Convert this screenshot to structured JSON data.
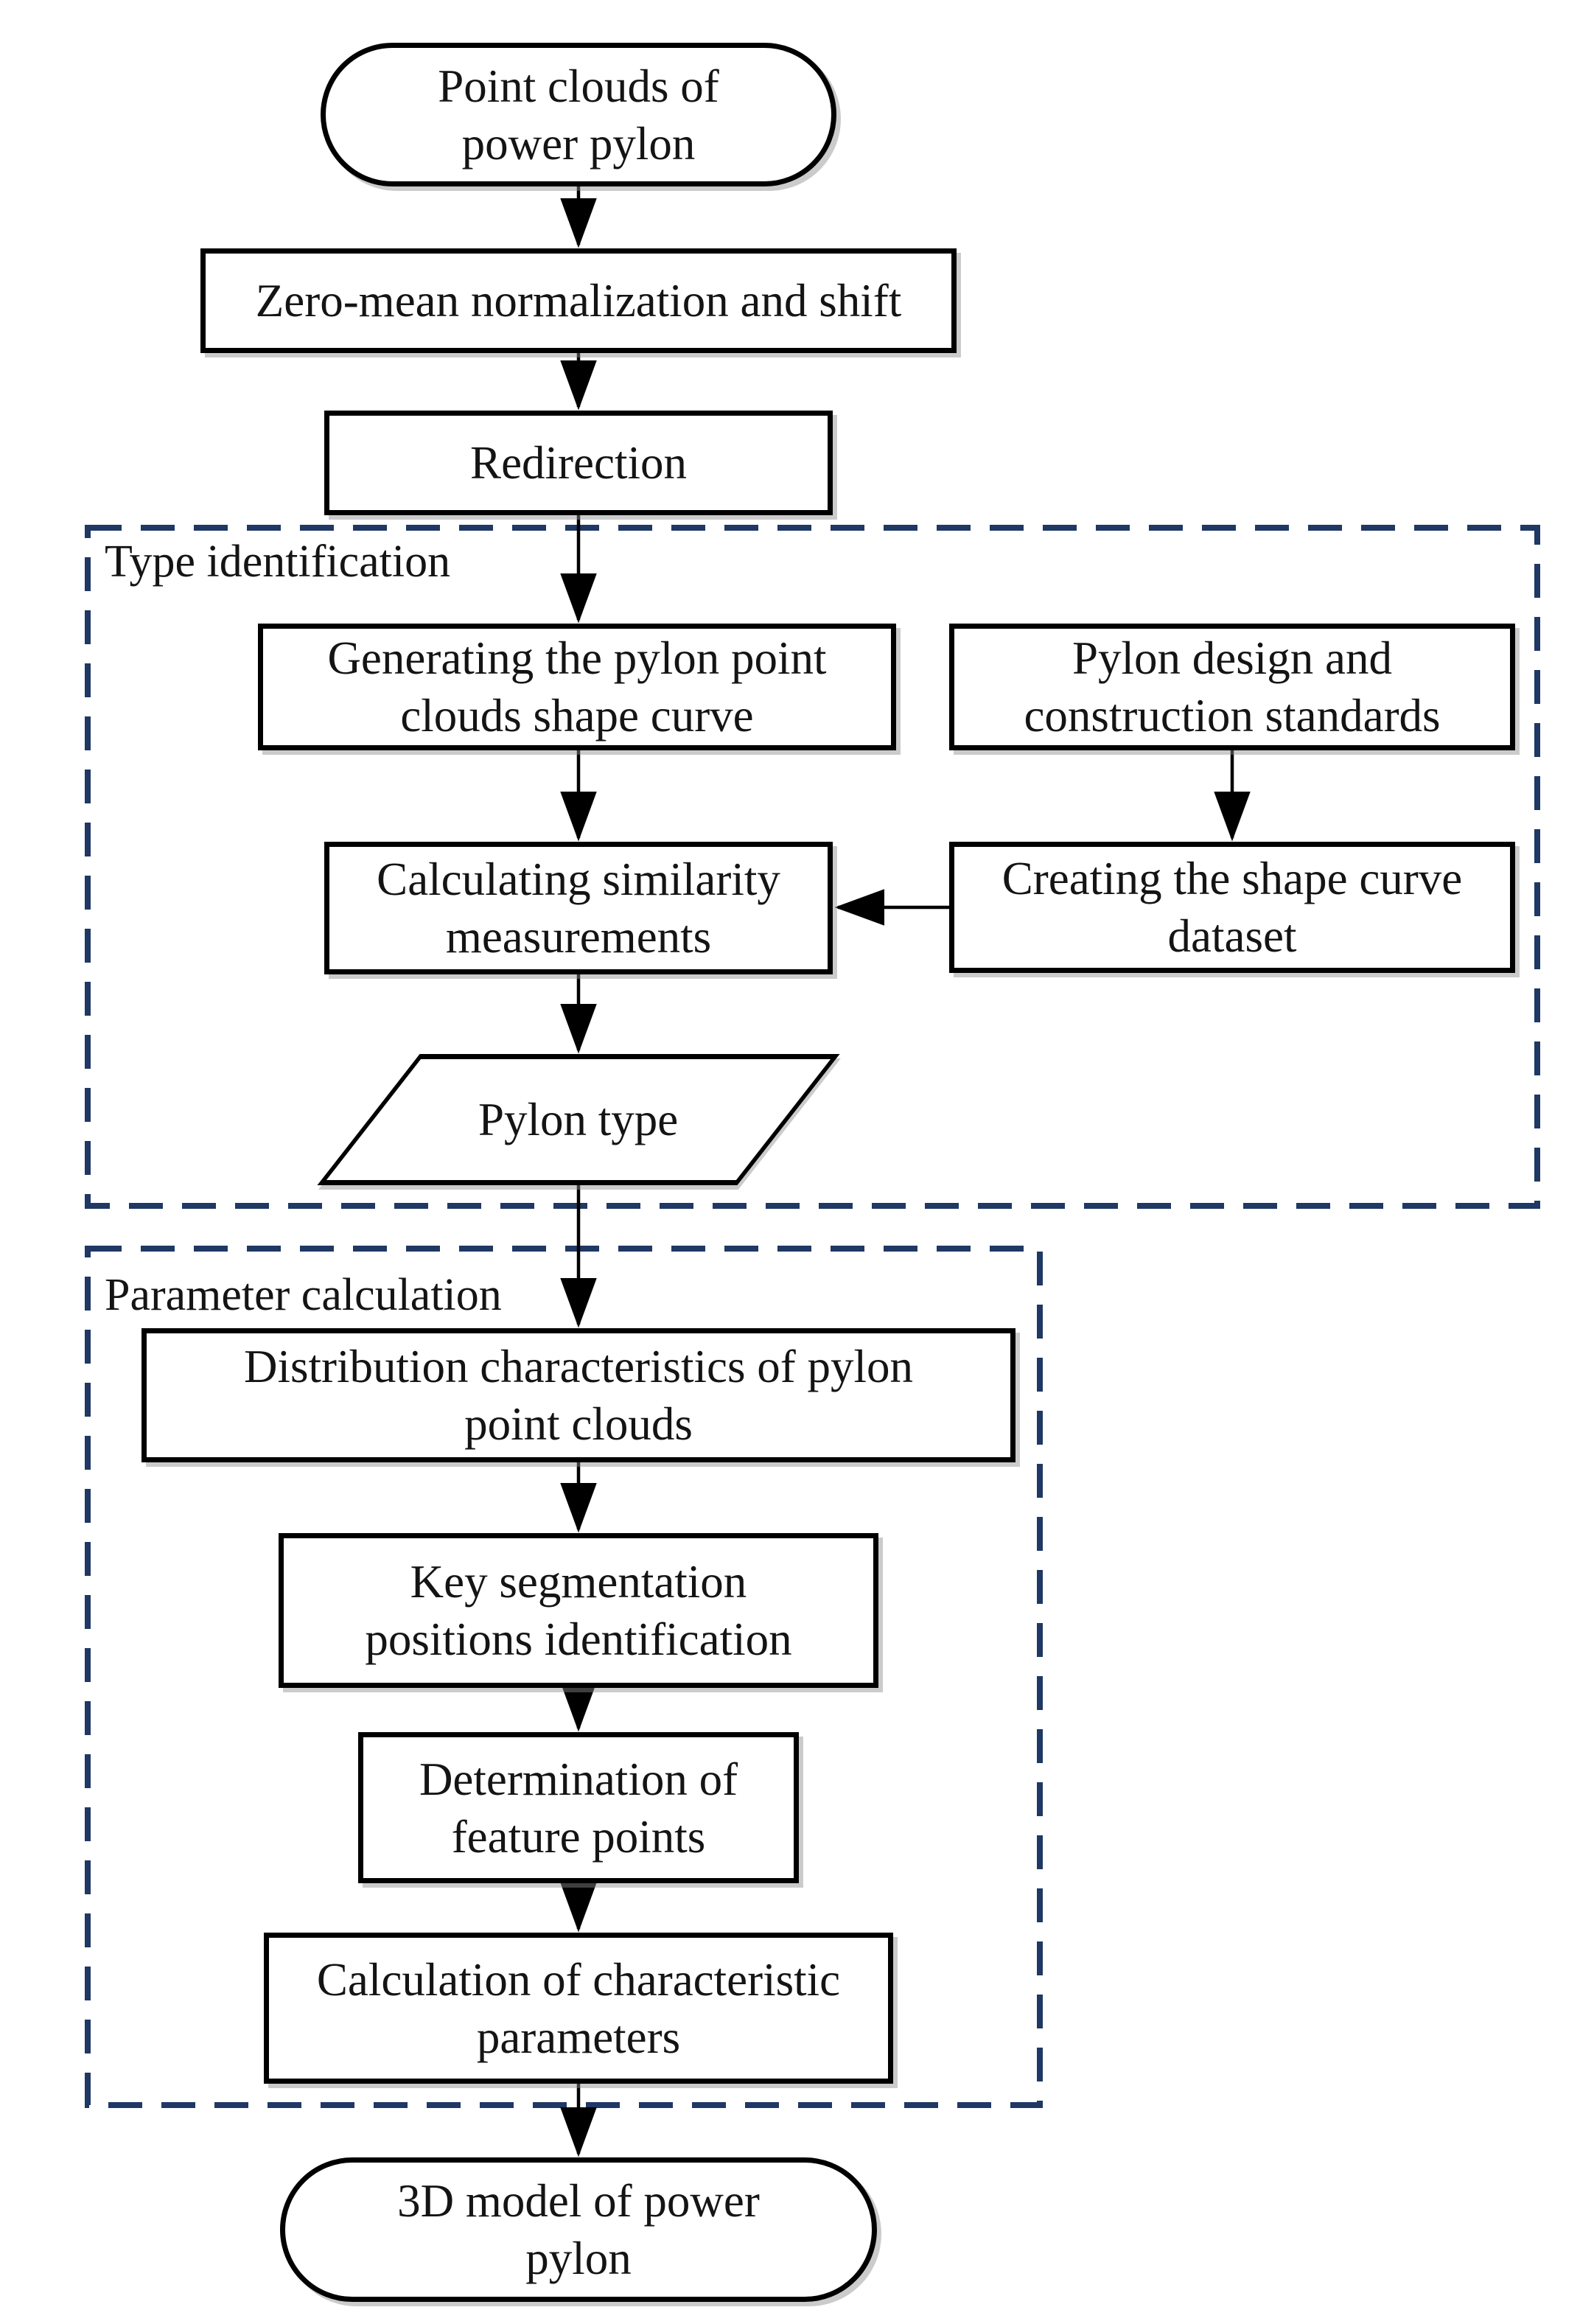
{
  "diagram": {
    "colors": {
      "background": "#ffffff",
      "node_border": "#000000",
      "node_fill": "#ffffff",
      "text": "#141414",
      "group_border": "#1f3864",
      "connector": "#000000"
    },
    "groups": {
      "type_identification": {
        "label": "Type identification"
      },
      "parameter_calculation": {
        "label": "Parameter calculation"
      }
    },
    "nodes": {
      "start": {
        "type": "terminator",
        "label": "Point clouds of\npower pylon"
      },
      "zero_mean": {
        "type": "process",
        "label": "Zero-mean normalization and shift"
      },
      "redirection": {
        "type": "process",
        "label": "Redirection"
      },
      "generating": {
        "type": "process",
        "label": "Generating the pylon point\nclouds shape curve"
      },
      "pylon_design": {
        "type": "process",
        "label": "Pylon design and\nconstruction standards"
      },
      "calculating": {
        "type": "process",
        "label": "Calculating similarity\nmeasurements"
      },
      "creating": {
        "type": "process",
        "label": "Creating the shape curve\ndataset"
      },
      "pylon_type": {
        "type": "data",
        "label": "Pylon type"
      },
      "distribution": {
        "type": "process",
        "label": "Distribution characteristics of pylon\npoint clouds"
      },
      "key_segmentation": {
        "type": "process",
        "label": "Key segmentation\npositions identification"
      },
      "determination": {
        "type": "process",
        "label": "Determination of\nfeature points"
      },
      "calculation": {
        "type": "process",
        "label": "Calculation of characteristic\nparameters"
      },
      "end": {
        "type": "terminator",
        "label": "3D model of power\npylon"
      }
    },
    "edges": [
      {
        "from": "start",
        "to": "zero_mean"
      },
      {
        "from": "zero_mean",
        "to": "redirection"
      },
      {
        "from": "redirection",
        "to": "generating"
      },
      {
        "from": "generating",
        "to": "calculating"
      },
      {
        "from": "pylon_design",
        "to": "creating"
      },
      {
        "from": "creating",
        "to": "calculating"
      },
      {
        "from": "calculating",
        "to": "pylon_type"
      },
      {
        "from": "pylon_type",
        "to": "distribution"
      },
      {
        "from": "distribution",
        "to": "key_segmentation"
      },
      {
        "from": "key_segmentation",
        "to": "determination"
      },
      {
        "from": "determination",
        "to": "calculation"
      },
      {
        "from": "calculation",
        "to": "end"
      }
    ]
  }
}
